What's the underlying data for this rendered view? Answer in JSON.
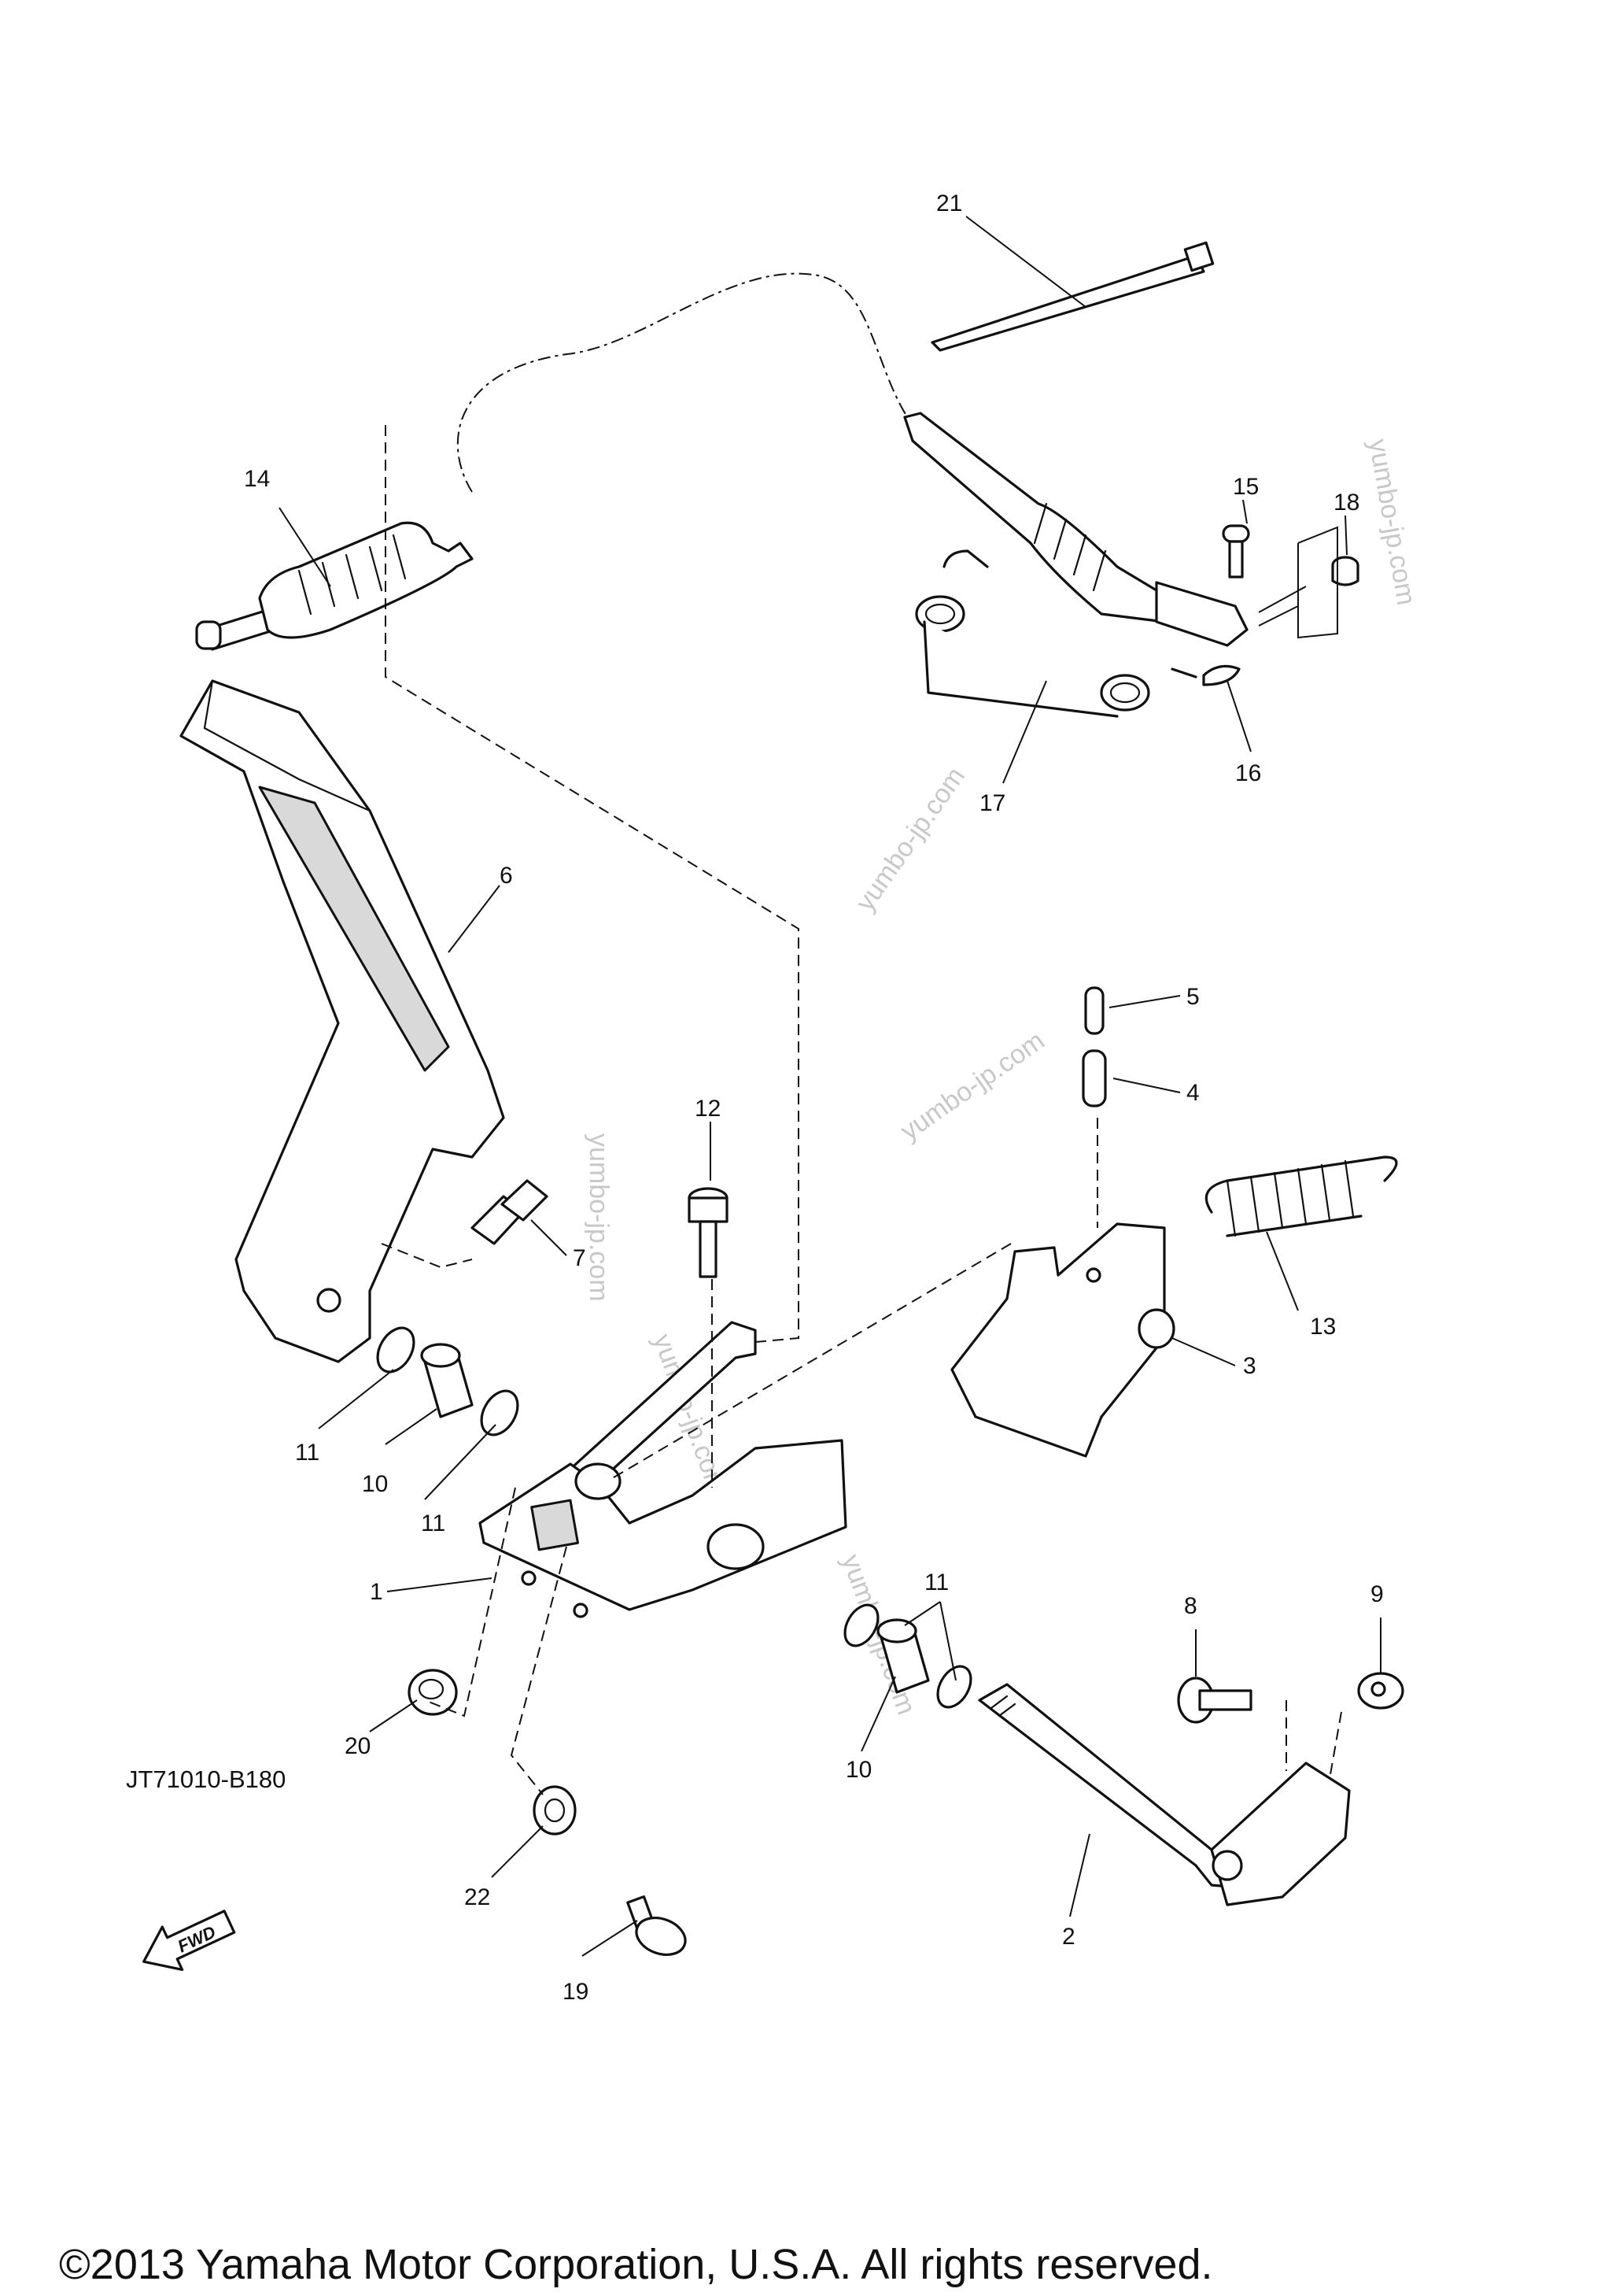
{
  "diagram": {
    "drawing_code": "JT71010-B180",
    "fwd_arrow_label": "FWD",
    "copyright": "©2013 Yamaha Motor Corporation, U.S.A. All rights reserved.",
    "watermark": "yumbo-jp.com",
    "callouts": [
      "1",
      "2",
      "3",
      "4",
      "5",
      "6",
      "7",
      "8",
      "9",
      "10",
      "11",
      "12",
      "13",
      "14",
      "15",
      "16",
      "17",
      "18",
      "19",
      "20",
      "21",
      "22"
    ],
    "extra_callouts": [
      "10",
      "11",
      "11"
    ]
  }
}
